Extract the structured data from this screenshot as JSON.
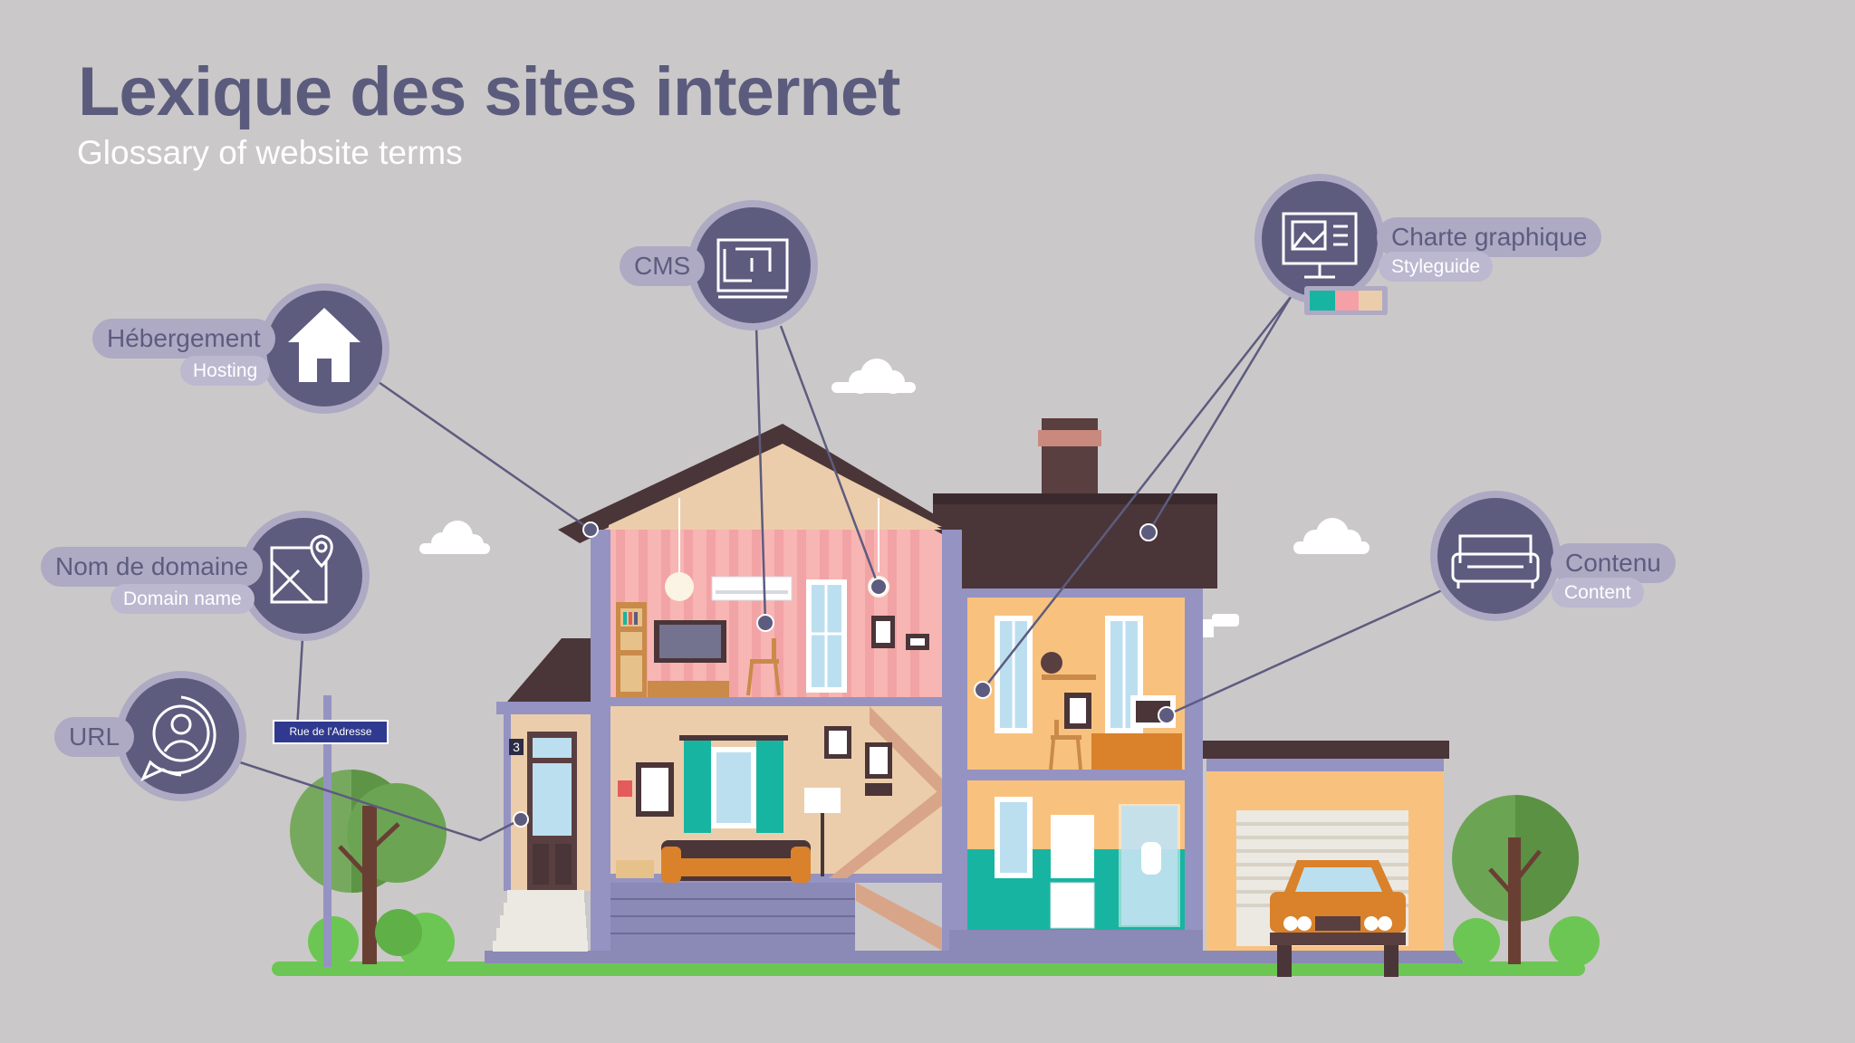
{
  "title": "Lexique des sites internet",
  "subtitle": "Glossary of website terms",
  "terms": {
    "hosting": {
      "fr": "Hébergement",
      "en": "Hosting"
    },
    "cms": {
      "fr": "CMS"
    },
    "domain": {
      "fr": "Nom de domaine",
      "en": "Domain name"
    },
    "url": {
      "fr": "URL"
    },
    "style": {
      "fr": "Charte graphique",
      "en": "Styleguide"
    },
    "content": {
      "fr": "Contenu",
      "en": "Content"
    }
  },
  "street_sign": "Rue de l'Adresse",
  "house_number": "3",
  "colors": {
    "background": "#cbc8c9",
    "title": "#5b5b7d",
    "icon_circle": "#5d5c7f",
    "icon_ring": "#aeaac4",
    "pill": "#aeaac4",
    "connector": "#5d5c7f",
    "palette_swatches": [
      "#17b5a1",
      "#f4a0a6",
      "#eccdab"
    ]
  },
  "icons": [
    "home-icon",
    "blueprint-icon",
    "map-pin-icon",
    "user-chat-icon",
    "monitor-icon",
    "sofa-icon"
  ]
}
